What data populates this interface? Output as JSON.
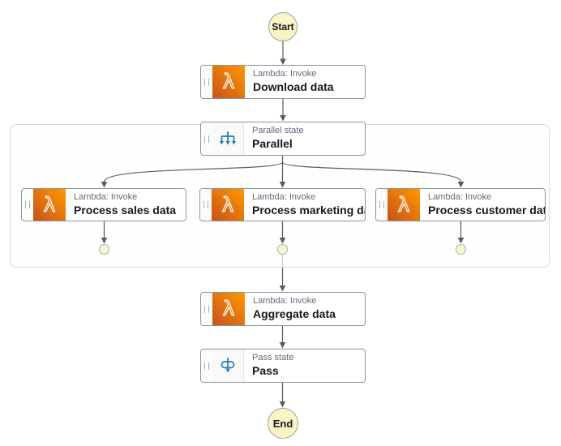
{
  "diagram": {
    "start_label": "Start",
    "end_label": "End",
    "nodes": {
      "download": {
        "type_label": "Lambda: Invoke",
        "name": "Download data"
      },
      "parallel": {
        "type_label": "Parallel state",
        "name": "Parallel"
      },
      "sales": {
        "type_label": "Lambda: Invoke",
        "name": "Process sales data"
      },
      "marketing": {
        "type_label": "Lambda: Invoke",
        "name": "Process marketing data"
      },
      "customer": {
        "type_label": "Lambda: Invoke",
        "name": "Process customer data"
      },
      "aggregate": {
        "type_label": "Lambda: Invoke",
        "name": "Aggregate data"
      },
      "pass": {
        "type_label": "Pass state",
        "name": "Pass"
      }
    },
    "icons": {
      "lambda_glyph": "λ",
      "lambda": "lambda-icon",
      "parallel": "parallel-fork-icon",
      "pass": "pass-icon"
    },
    "colors": {
      "lambda_gradient_start": "#C8511B",
      "lambda_gradient_end": "#FF9900",
      "flow_icon_blue": "#2579B8",
      "edge_gray": "#565D64",
      "terminal_fill": "#FAF3C4",
      "terminal_border": "#98A1A9",
      "box_border": "#8B949C",
      "group_border": "#D7DBDF"
    }
  }
}
